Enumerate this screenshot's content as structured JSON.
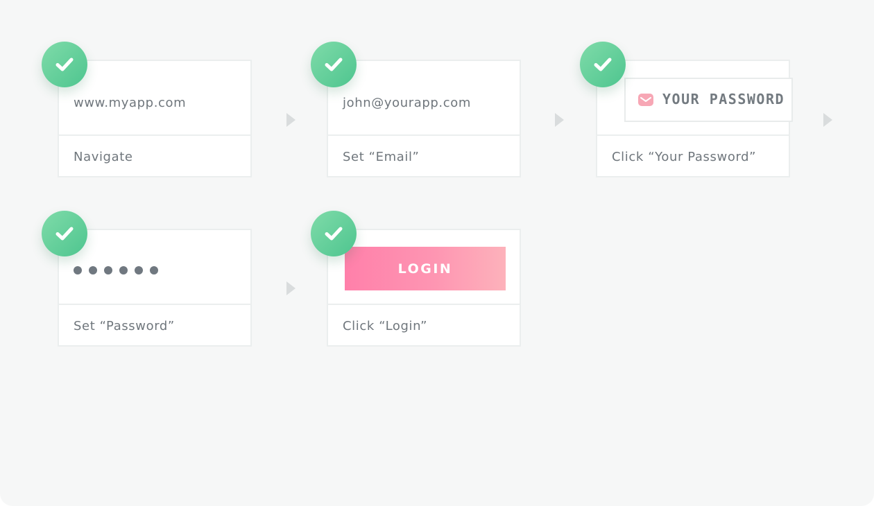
{
  "steps": [
    {
      "value": "www.myapp.com",
      "label": "Navigate"
    },
    {
      "value": "john@yourapp.com",
      "label": "Set “Email”"
    },
    {
      "field_text": "YOUR PASSWORD",
      "field_icon": "envelope-icon",
      "label": "Click “Your Password”"
    },
    {
      "masked_chars": 6,
      "label": "Set “Password”"
    },
    {
      "button_text": "LOGIN",
      "label": "Click “Login”"
    }
  ],
  "colors": {
    "check_green": "#5ccc98",
    "login_gradient_start": "#ff80aa",
    "login_gradient_end": "#fdb2bb",
    "text_gray": "#6f767c",
    "arrow_gray": "#d9dcdd"
  },
  "icons": {
    "status": "checkmark-icon",
    "connector": "caret-right-icon"
  }
}
